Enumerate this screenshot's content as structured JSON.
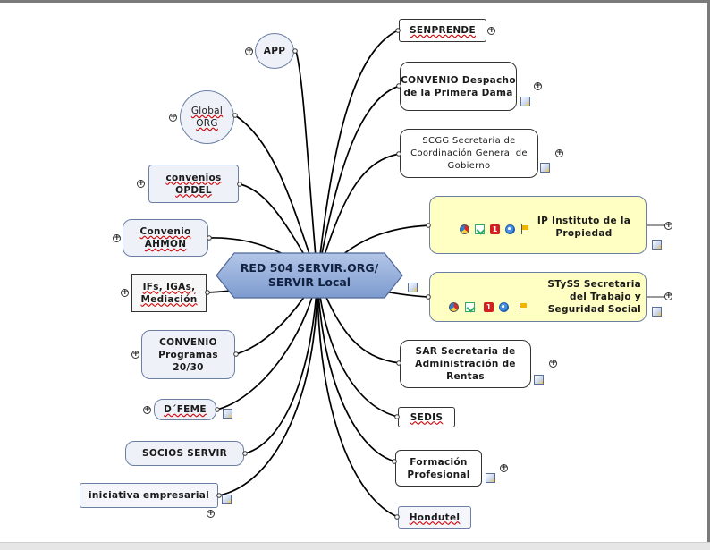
{
  "center": {
    "label": "RED 504 SERVIR.ORG/ SERVIR Local"
  },
  "left_topics": [
    {
      "label": "APP"
    },
    {
      "label": "Global ORG"
    },
    {
      "label": "convenios OPDEL"
    },
    {
      "label": "Convenio AHMON"
    },
    {
      "label": "IFs, IGAs, Mediación"
    },
    {
      "label": "CONVENIO Programas 20/30"
    },
    {
      "label": "D´FEME"
    },
    {
      "label": "SOCIOS SERVIR"
    },
    {
      "label": "iniciativa empresarial"
    }
  ],
  "right_topics": [
    {
      "label": "SENPRENDE"
    },
    {
      "label": "CONVENIO Despacho de la Primera Dama"
    },
    {
      "label": "SCGG Secretaria de Coordinación General de Gobierno"
    },
    {
      "label": "IP Instituto de la Propiedad"
    },
    {
      "label": "STySS Secretaria del Trabajo y Seguridad Social"
    },
    {
      "label": "SAR Secretaria de Administración de Rentas"
    },
    {
      "label": "SEDIS"
    },
    {
      "label": "Formación Profesional"
    },
    {
      "label": "Hondutel"
    }
  ],
  "icons": {
    "expand": "plus-circle-icon",
    "note": "note-icon",
    "yellow_row": [
      "pie-chart-icon",
      "task-icon",
      "priority-icon",
      "globe-icon",
      "flag-icon"
    ]
  },
  "colors": {
    "center_fill_top": "#b3c6e8",
    "center_fill_bottom": "#7d9bcf",
    "highlight_fill": "#ffffc4",
    "node_blue_fill": "#eef1f8",
    "connector": "#000000"
  },
  "text": {
    "expand_glyph": "+",
    "priority_glyph": "1"
  }
}
